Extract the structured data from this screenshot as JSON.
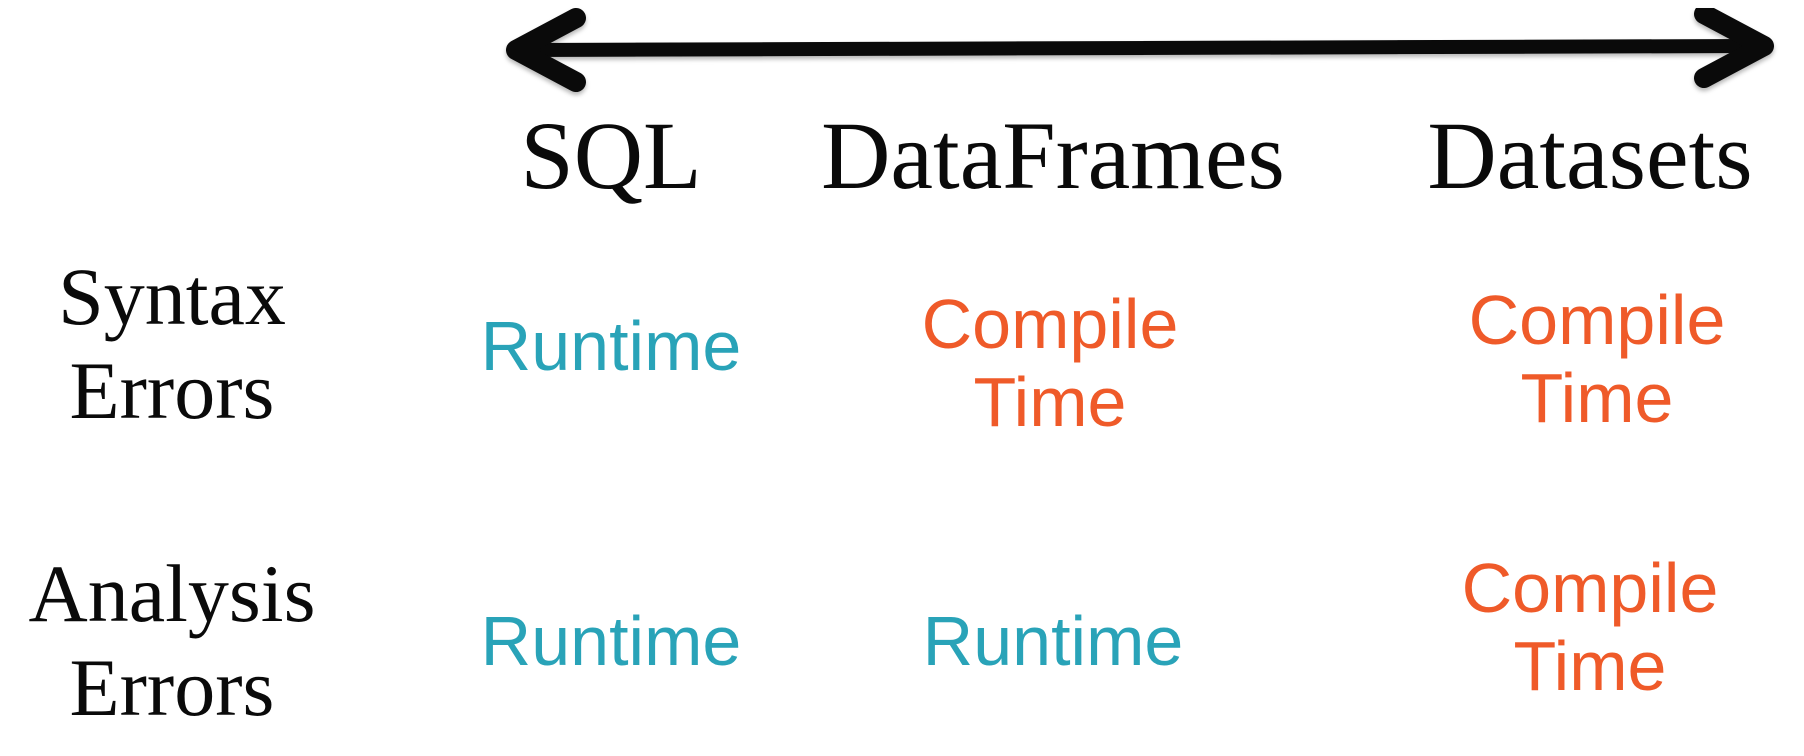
{
  "diagram": {
    "description_role": "comparison-table-slide",
    "icons": {
      "spectrum_arrow": "double-headed-horizontal-arrow"
    },
    "columns": [
      {
        "label": "SQL"
      },
      {
        "label": "DataFrames"
      },
      {
        "label": "Datasets"
      }
    ],
    "rows": [
      {
        "label": "Syntax\nErrors",
        "cells": [
          {
            "text": "Runtime",
            "kind": "runtime"
          },
          {
            "text": "Compile\nTime",
            "kind": "compile"
          },
          {
            "text": "Compile\nTime",
            "kind": "compile"
          }
        ]
      },
      {
        "label": "Analysis\nErrors",
        "cells": [
          {
            "text": "Runtime",
            "kind": "runtime"
          },
          {
            "text": "Runtime",
            "kind": "runtime"
          },
          {
            "text": "Compile\nTime",
            "kind": "compile"
          }
        ]
      }
    ],
    "colors": {
      "runtime_text": "#29a3b8",
      "compile_text": "#ef5a29",
      "arrow_and_text": "#0a0a0a",
      "background": "#ffffff"
    }
  }
}
